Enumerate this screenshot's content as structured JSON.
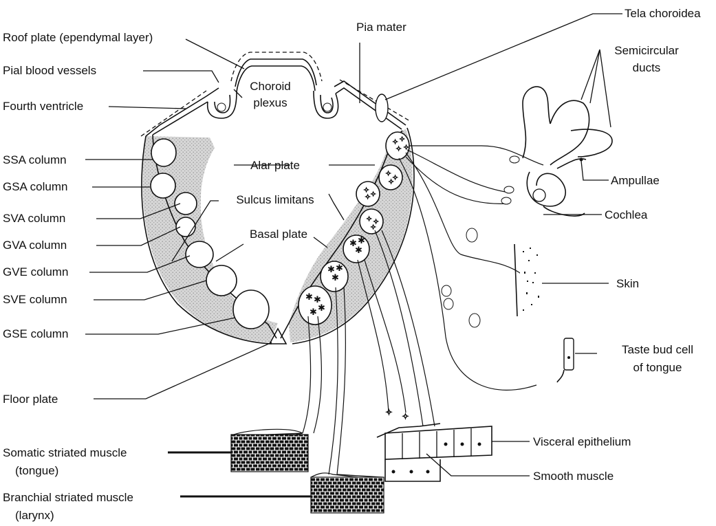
{
  "labels": {
    "roof_plate": "Roof plate (ependymal layer)",
    "pial_blood_vessels": "Pial blood vessels",
    "fourth_ventricle": "Fourth ventricle",
    "ssa_column": "SSA column",
    "gsa_column": "GSA column",
    "sva_column": "SVA column",
    "gva_column": "GVA column",
    "gve_column": "GVE column",
    "sve_column": "SVE column",
    "gse_column": "GSE column",
    "floor_plate": "Floor plate",
    "somatic_muscle_line1": "Somatic striated muscle",
    "somatic_muscle_line2": "(tongue)",
    "branchial_muscle_line1": "Branchial striated muscle",
    "branchial_muscle_line2": "(larynx)",
    "pia_mater": "Pia mater",
    "choroid_plexus_line1": "Choroid",
    "choroid_plexus_line2": "plexus",
    "alar_plate": "Alar plate",
    "sulcus_limitans": "Sulcus limitans",
    "basal_plate": "Basal plate",
    "tela_choroidea": "Tela choroidea",
    "semicircular_ducts_line1": "Semicircular",
    "semicircular_ducts_line2": "ducts",
    "ampullae": "Ampullae",
    "cochlea": "Cochlea",
    "skin": "Skin",
    "taste_bud_line1": "Taste bud cell",
    "taste_bud_line2": "of tongue",
    "visceral_epithelium": "Visceral epithelium",
    "smooth_muscle": "Smooth muscle"
  },
  "colors": {
    "ink": "#111111",
    "stipple": "#bdbdbd",
    "background": "#ffffff"
  }
}
